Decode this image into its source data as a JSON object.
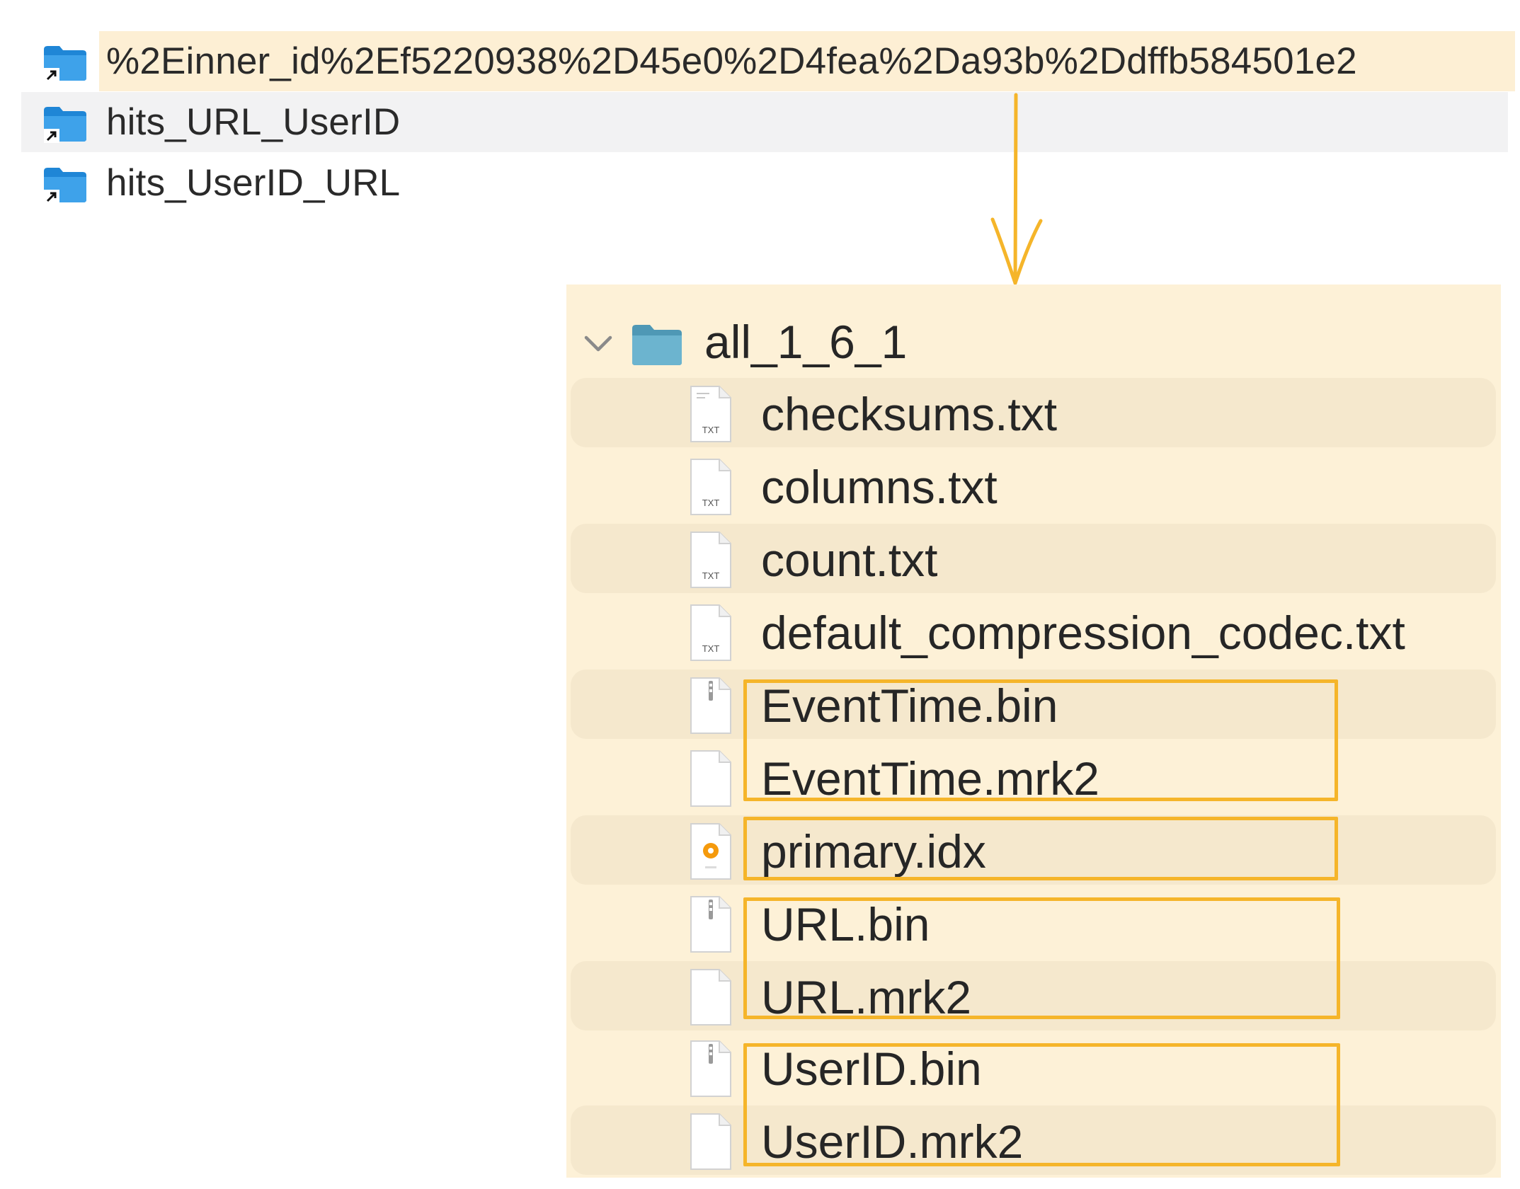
{
  "top_list": [
    {
      "name": "%2Einner_id%2Ef5220938%2D45e0%2D4fea%2Da93b%2Ddffb584501e2",
      "icon": "folder-alias-icon"
    },
    {
      "name": "hits_URL_UserID",
      "icon": "folder-alias-icon"
    },
    {
      "name": "hits_UserID_URL",
      "icon": "folder-alias-icon"
    }
  ],
  "folder": {
    "name": "all_1_6_1",
    "expanded": true,
    "files": [
      {
        "name": "checksums.txt",
        "icon": "txt-file-icon",
        "icon_text": "TXT"
      },
      {
        "name": "columns.txt",
        "icon": "txt-file-icon",
        "icon_text": "TXT"
      },
      {
        "name": "count.txt",
        "icon": "txt-file-icon",
        "icon_text": "TXT"
      },
      {
        "name": "default_compression_codec.txt",
        "icon": "txt-file-icon",
        "icon_text": "TXT"
      },
      {
        "name": "EventTime.bin",
        "icon": "binary-file-icon"
      },
      {
        "name": "EventTime.mrk2",
        "icon": "blank-file-icon"
      },
      {
        "name": "primary.idx",
        "icon": "media-file-icon"
      },
      {
        "name": "URL.bin",
        "icon": "binary-file-icon"
      },
      {
        "name": "URL.mrk2",
        "icon": "blank-file-icon"
      },
      {
        "name": "UserID.bin",
        "icon": "binary-file-icon"
      },
      {
        "name": "UserID.mrk2",
        "icon": "blank-file-icon"
      }
    ]
  },
  "colors": {
    "highlight": "#f5b52a",
    "panel_background": "#fdf1d7",
    "folder_blue": "#3ea2ea",
    "folder_teal": "#6cb4cf"
  }
}
